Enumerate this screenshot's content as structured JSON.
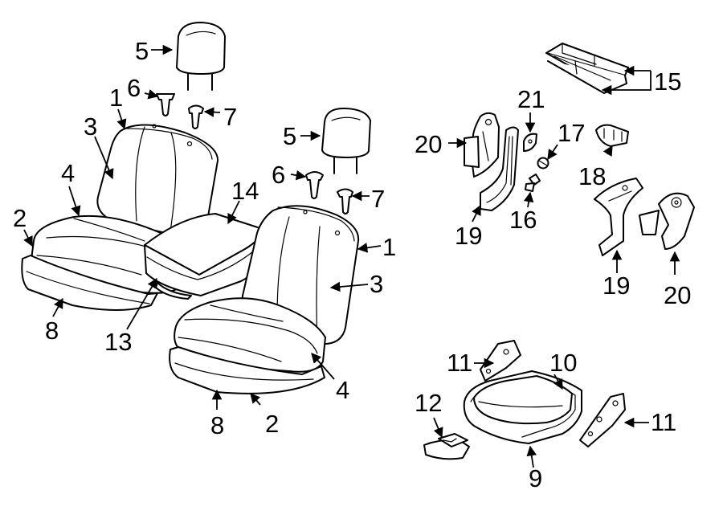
{
  "callouts": {
    "c1a": "1",
    "c1b": "1",
    "c2a": "2",
    "c2b": "2",
    "c3a": "3",
    "c3b": "3",
    "c4a": "4",
    "c4b": "4",
    "c5a": "5",
    "c5b": "5",
    "c6a": "6",
    "c6b": "6",
    "c7a": "7",
    "c7b": "7",
    "c8a": "8",
    "c8b": "8",
    "c9": "9",
    "c10": "10",
    "c11a": "11",
    "c11b": "11",
    "c12": "12",
    "c13": "13",
    "c14": "14",
    "c15": "15",
    "c16": "16",
    "c17": "17",
    "c18": "18",
    "c19a": "19",
    "c19b": "19",
    "c20a": "20",
    "c20b": "20",
    "c21": "21"
  }
}
